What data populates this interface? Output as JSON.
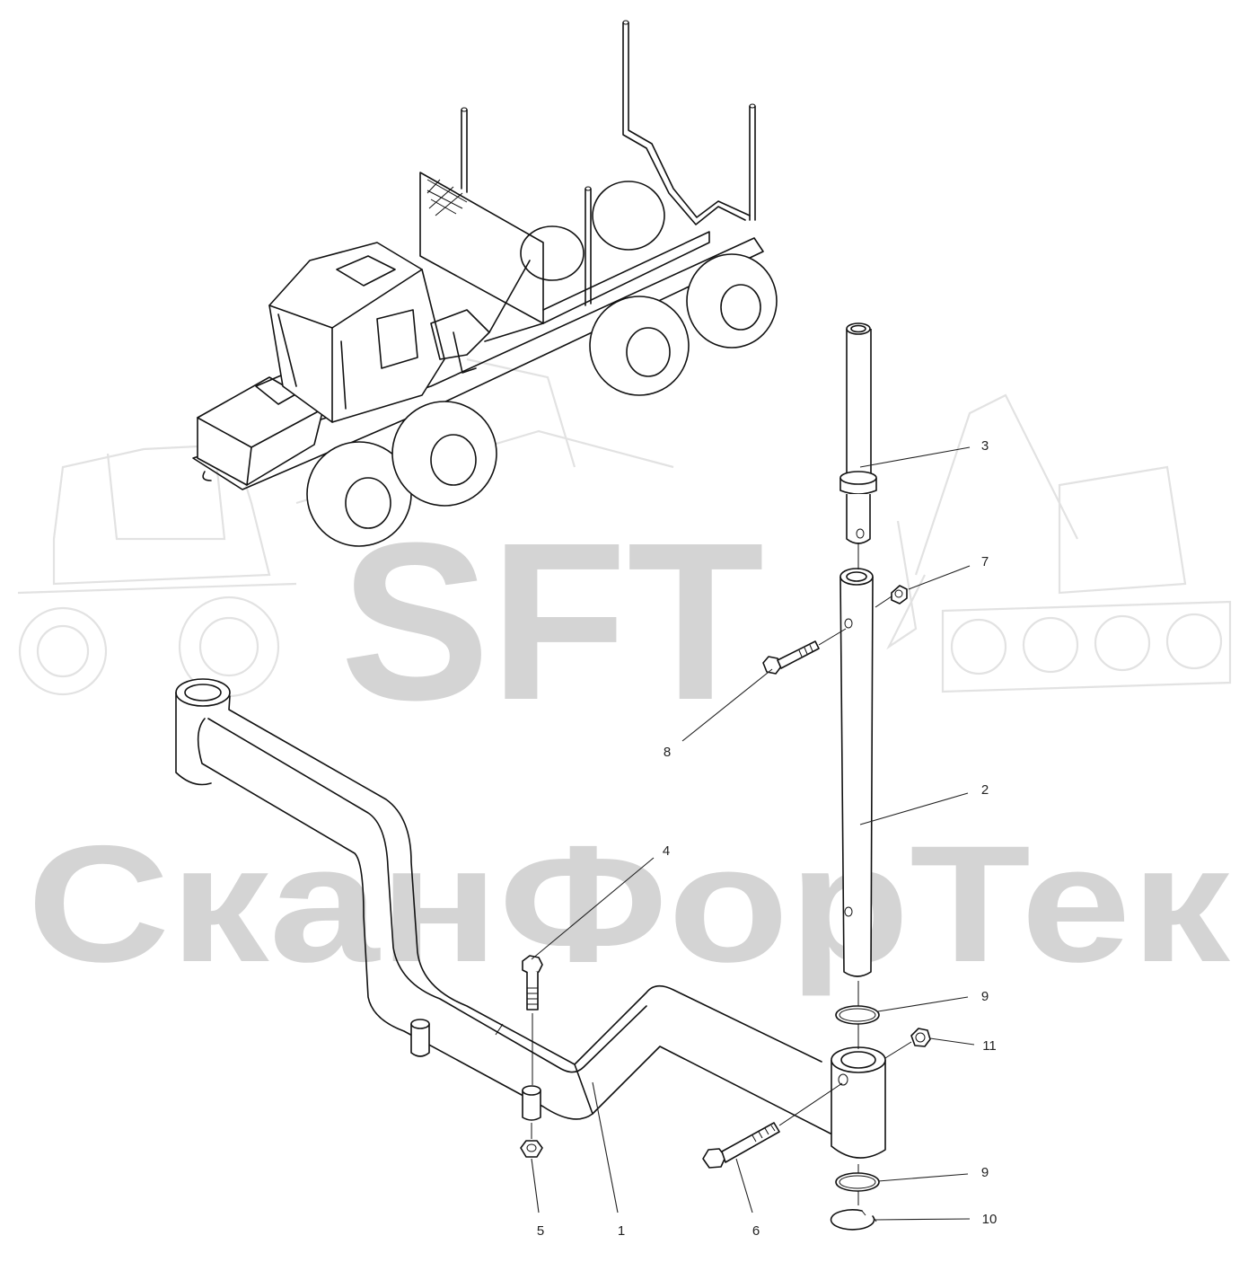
{
  "watermark": {
    "logo_text": "SFT",
    "brand_text": "СканФорТек"
  },
  "callouts": [
    {
      "id": "1",
      "label": "1"
    },
    {
      "id": "2",
      "label": "2"
    },
    {
      "id": "3",
      "label": "3"
    },
    {
      "id": "4",
      "label": "4"
    },
    {
      "id": "5",
      "label": "5"
    },
    {
      "id": "6",
      "label": "6"
    },
    {
      "id": "7",
      "label": "7"
    },
    {
      "id": "8",
      "label": "8"
    },
    {
      "id": "9a",
      "label": "9"
    },
    {
      "id": "9b",
      "label": "9"
    },
    {
      "id": "10",
      "label": "10"
    },
    {
      "id": "11",
      "label": "11"
    }
  ],
  "colors": {
    "line": "#111111",
    "watermark": "#d4d4d4",
    "background": "#ffffff"
  }
}
